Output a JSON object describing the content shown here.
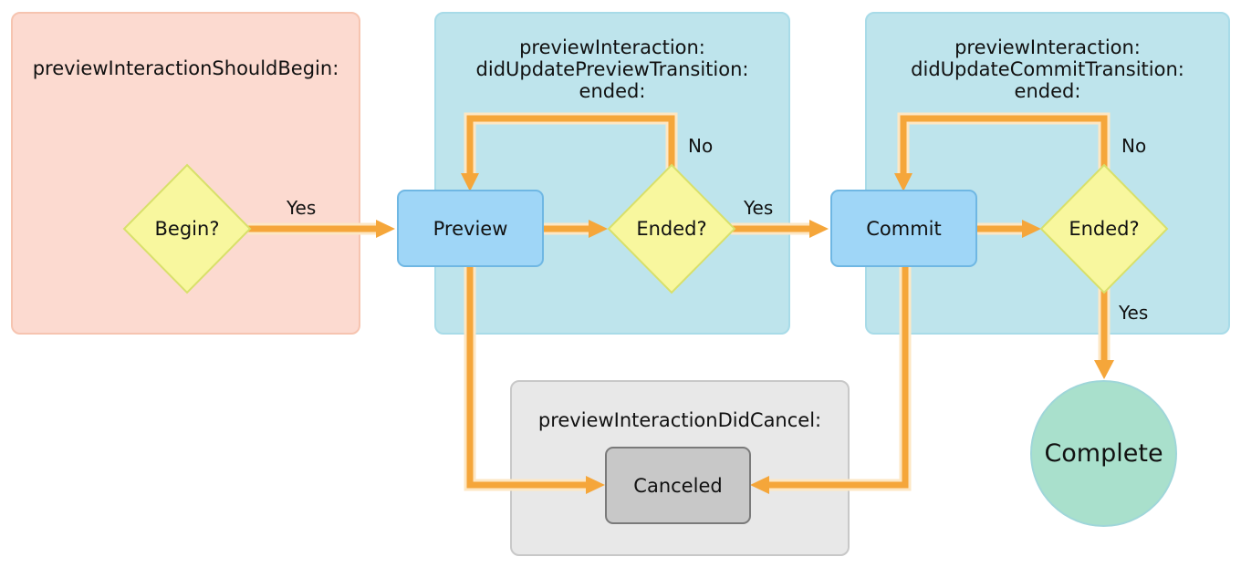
{
  "panels": {
    "should_begin": {
      "title": [
        "previewInteractionShouldBegin:"
      ]
    },
    "preview_transition": {
      "title": [
        "previewInteraction:",
        "didUpdatePreviewTransition:",
        "ended:"
      ]
    },
    "commit_transition": {
      "title": [
        "previewInteraction:",
        "didUpdateCommitTransition:",
        "ended:"
      ]
    },
    "did_cancel": {
      "title": [
        "previewInteractionDidCancel:"
      ]
    }
  },
  "nodes": {
    "begin": "Begin?",
    "preview": "Preview",
    "ended_preview": "Ended?",
    "commit": "Commit",
    "ended_commit": "Ended?",
    "canceled": "Canceled",
    "complete": "Complete"
  },
  "labels": {
    "yes_begin": "Yes",
    "yes_preview_ended": "Yes",
    "no_preview_loop": "No",
    "no_commit_loop": "No",
    "yes_commit_ended": "Yes"
  },
  "colors": {
    "arrow": "#f5a63a",
    "arrow_outline": "#fde7c4",
    "decision_fill": "#f8f79e",
    "decision_stroke": "#d8e06a"
  }
}
